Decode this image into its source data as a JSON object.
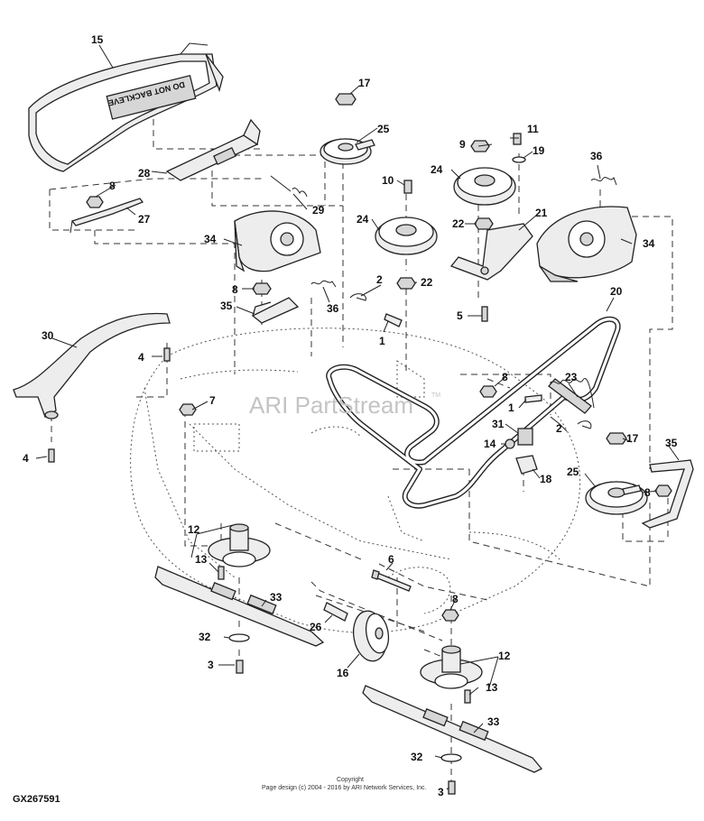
{
  "diagram_code": "GX267591",
  "watermark": "ARI PartStream",
  "watermark_mark": "TM",
  "copyright_line1": "Copyright",
  "copyright_line2": "Page design (c) 2004 - 2016 by ARI Network Services, Inc.",
  "decal_text": "DO NOT BACKLEVE",
  "callouts": [
    "15",
    "17",
    "25",
    "11",
    "9",
    "19",
    "36",
    "28",
    "8",
    "27",
    "29",
    "10",
    "24",
    "22",
    "21",
    "34",
    "2",
    "35",
    "1",
    "5",
    "20",
    "30",
    "4",
    "7",
    "23",
    "31",
    "14",
    "18",
    "6",
    "12",
    "13",
    "33",
    "32",
    "3",
    "26",
    "16"
  ]
}
